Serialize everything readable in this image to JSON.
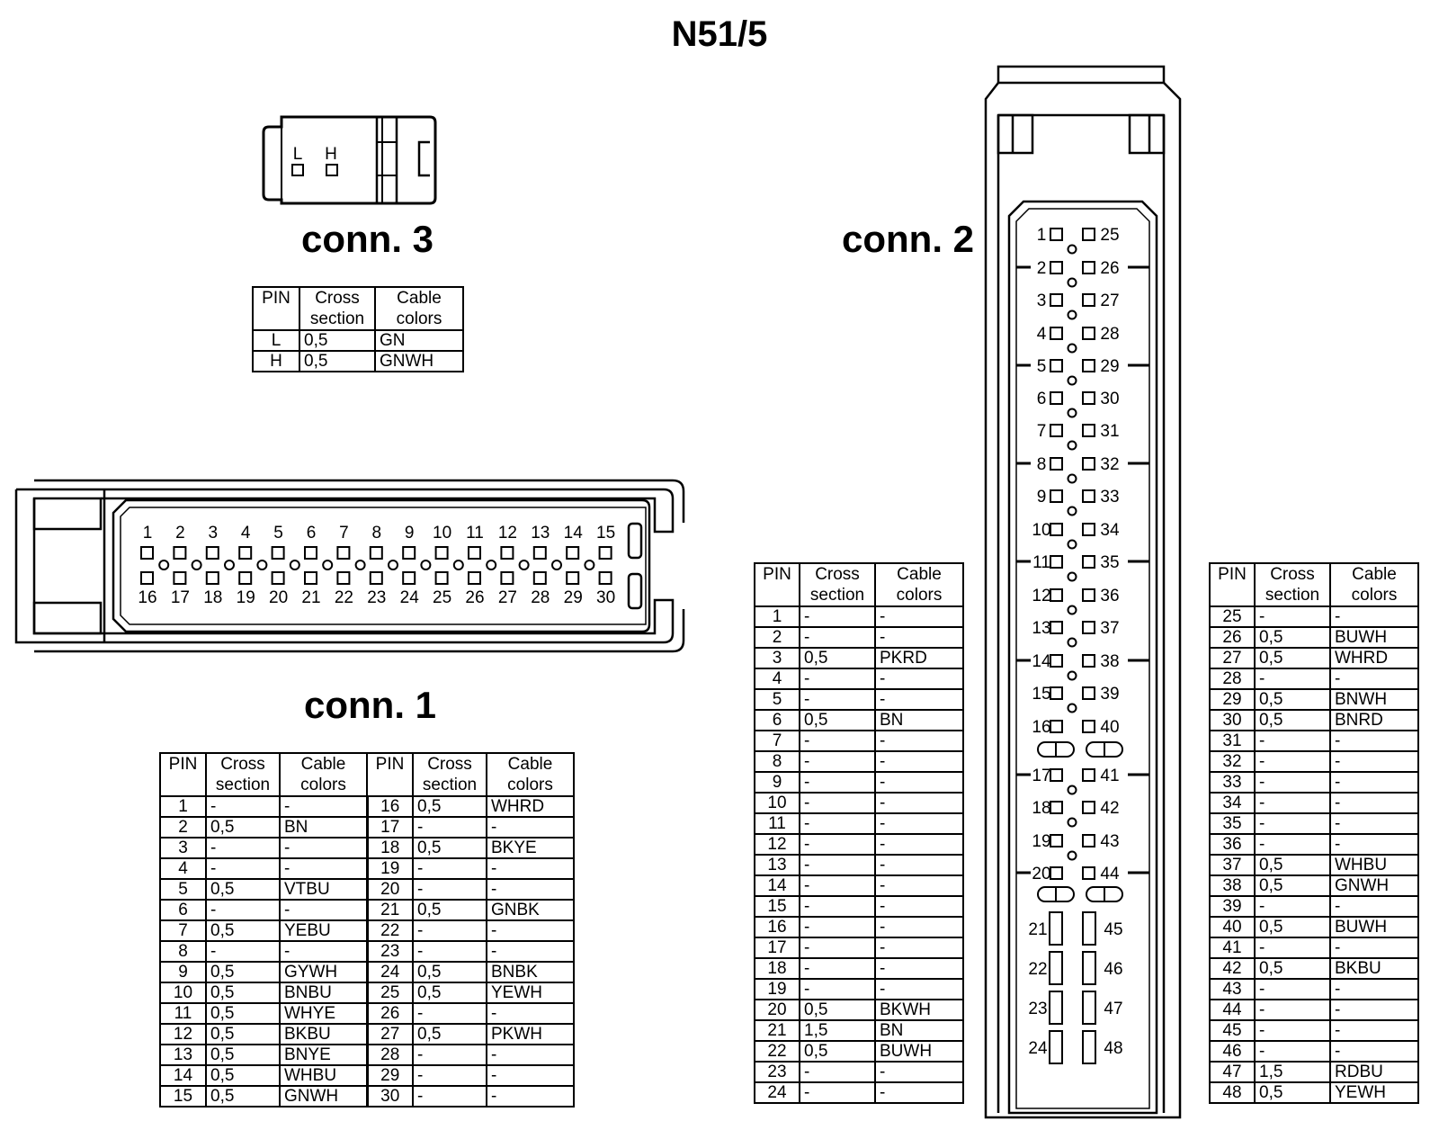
{
  "title": "N51/5",
  "conn3": {
    "label": "conn. 3",
    "pin_labels": [
      "L",
      "H"
    ],
    "headers": {
      "pin": "PIN",
      "cross_line1": "Cross",
      "cross_line2": "section",
      "color_line1": "Cable",
      "color_line2": "colors"
    },
    "rows": [
      {
        "pin": "L",
        "cross": "0,5",
        "color": "GN"
      },
      {
        "pin": "H",
        "cross": "0,5",
        "color": "GNWH"
      }
    ]
  },
  "conn1": {
    "label": "conn. 1",
    "top_pins": [
      "1",
      "2",
      "3",
      "4",
      "5",
      "6",
      "7",
      "8",
      "9",
      "10",
      "11",
      "12",
      "13",
      "14",
      "15"
    ],
    "bottom_pins": [
      "16",
      "17",
      "18",
      "19",
      "20",
      "21",
      "22",
      "23",
      "24",
      "25",
      "26",
      "27",
      "28",
      "29",
      "30"
    ],
    "headers": {
      "pin": "PIN",
      "cross_line1": "Cross",
      "cross_line2": "section",
      "color_line1": "Cable",
      "color_line2": "colors"
    },
    "rows": [
      {
        "pin": "1",
        "cross": "-",
        "color": "-"
      },
      {
        "pin": "2",
        "cross": "0,5",
        "color": "BN"
      },
      {
        "pin": "3",
        "cross": "-",
        "color": "-"
      },
      {
        "pin": "4",
        "cross": "-",
        "color": "-"
      },
      {
        "pin": "5",
        "cross": "0,5",
        "color": "VTBU"
      },
      {
        "pin": "6",
        "cross": "-",
        "color": "-"
      },
      {
        "pin": "7",
        "cross": "0,5",
        "color": "YEBU"
      },
      {
        "pin": "8",
        "cross": "-",
        "color": "-"
      },
      {
        "pin": "9",
        "cross": "0,5",
        "color": "GYWH"
      },
      {
        "pin": "10",
        "cross": "0,5",
        "color": "BNBU"
      },
      {
        "pin": "11",
        "cross": "0,5",
        "color": "WHYE"
      },
      {
        "pin": "12",
        "cross": "0,5",
        "color": "BKBU"
      },
      {
        "pin": "13",
        "cross": "0,5",
        "color": "BNYE"
      },
      {
        "pin": "14",
        "cross": "0,5",
        "color": "WHBU"
      },
      {
        "pin": "15",
        "cross": "0,5",
        "color": "GNWH"
      },
      {
        "pin": "16",
        "cross": "0,5",
        "color": "WHRD"
      },
      {
        "pin": "17",
        "cross": "-",
        "color": "-"
      },
      {
        "pin": "18",
        "cross": "0,5",
        "color": "BKYE"
      },
      {
        "pin": "19",
        "cross": "-",
        "color": "-"
      },
      {
        "pin": "20",
        "cross": "-",
        "color": "-"
      },
      {
        "pin": "21",
        "cross": "0,5",
        "color": "GNBK"
      },
      {
        "pin": "22",
        "cross": "-",
        "color": "-"
      },
      {
        "pin": "23",
        "cross": "-",
        "color": "-"
      },
      {
        "pin": "24",
        "cross": "0,5",
        "color": "BNBK"
      },
      {
        "pin": "25",
        "cross": "0,5",
        "color": "YEWH"
      },
      {
        "pin": "26",
        "cross": "-",
        "color": "-"
      },
      {
        "pin": "27",
        "cross": "0,5",
        "color": "PKWH"
      },
      {
        "pin": "28",
        "cross": "-",
        "color": "-"
      },
      {
        "pin": "29",
        "cross": "-",
        "color": "-"
      },
      {
        "pin": "30",
        "cross": "-",
        "color": "-"
      }
    ]
  },
  "conn2": {
    "label": "conn. 2",
    "left_pins": [
      "1",
      "2",
      "3",
      "4",
      "5",
      "6",
      "7",
      "8",
      "9",
      "10",
      "11",
      "12",
      "13",
      "14",
      "15",
      "16",
      "17",
      "18",
      "19",
      "20",
      "21",
      "22",
      "23",
      "24"
    ],
    "right_pins": [
      "25",
      "26",
      "27",
      "28",
      "29",
      "30",
      "31",
      "32",
      "33",
      "34",
      "35",
      "36",
      "37",
      "38",
      "39",
      "40",
      "41",
      "42",
      "43",
      "44",
      "45",
      "46",
      "47",
      "48"
    ],
    "headers": {
      "pin": "PIN",
      "cross_line1": "Cross",
      "cross_line2": "section",
      "color_line1": "Cable",
      "color_line2": "colors"
    },
    "rows": [
      {
        "pin": "1",
        "cross": "-",
        "color": "-"
      },
      {
        "pin": "2",
        "cross": "-",
        "color": "-"
      },
      {
        "pin": "3",
        "cross": "0,5",
        "color": "PKRD"
      },
      {
        "pin": "4",
        "cross": "-",
        "color": "-"
      },
      {
        "pin": "5",
        "cross": "-",
        "color": "-"
      },
      {
        "pin": "6",
        "cross": "0,5",
        "color": "BN"
      },
      {
        "pin": "7",
        "cross": "-",
        "color": "-"
      },
      {
        "pin": "8",
        "cross": "-",
        "color": "-"
      },
      {
        "pin": "9",
        "cross": "-",
        "color": "-"
      },
      {
        "pin": "10",
        "cross": "-",
        "color": "-"
      },
      {
        "pin": "11",
        "cross": "-",
        "color": "-"
      },
      {
        "pin": "12",
        "cross": "-",
        "color": "-"
      },
      {
        "pin": "13",
        "cross": "-",
        "color": "-"
      },
      {
        "pin": "14",
        "cross": "-",
        "color": "-"
      },
      {
        "pin": "15",
        "cross": "-",
        "color": "-"
      },
      {
        "pin": "16",
        "cross": "-",
        "color": "-"
      },
      {
        "pin": "17",
        "cross": "-",
        "color": "-"
      },
      {
        "pin": "18",
        "cross": "-",
        "color": "-"
      },
      {
        "pin": "19",
        "cross": "-",
        "color": "-"
      },
      {
        "pin": "20",
        "cross": "0,5",
        "color": "BKWH"
      },
      {
        "pin": "21",
        "cross": "1,5",
        "color": "BN"
      },
      {
        "pin": "22",
        "cross": "0,5",
        "color": "BUWH"
      },
      {
        "pin": "23",
        "cross": "-",
        "color": "-"
      },
      {
        "pin": "24",
        "cross": "-",
        "color": "-"
      },
      {
        "pin": "25",
        "cross": "-",
        "color": "-"
      },
      {
        "pin": "26",
        "cross": "0,5",
        "color": "BUWH"
      },
      {
        "pin": "27",
        "cross": "0,5",
        "color": "WHRD"
      },
      {
        "pin": "28",
        "cross": "-",
        "color": "-"
      },
      {
        "pin": "29",
        "cross": "0,5",
        "color": "BNWH"
      },
      {
        "pin": "30",
        "cross": "0,5",
        "color": "BNRD"
      },
      {
        "pin": "31",
        "cross": "-",
        "color": "-"
      },
      {
        "pin": "32",
        "cross": "-",
        "color": "-"
      },
      {
        "pin": "33",
        "cross": "-",
        "color": "-"
      },
      {
        "pin": "34",
        "cross": "-",
        "color": "-"
      },
      {
        "pin": "35",
        "cross": "-",
        "color": "-"
      },
      {
        "pin": "36",
        "cross": "-",
        "color": "-"
      },
      {
        "pin": "37",
        "cross": "0,5",
        "color": "WHBU"
      },
      {
        "pin": "38",
        "cross": "0,5",
        "color": "GNWH"
      },
      {
        "pin": "39",
        "cross": "-",
        "color": "-"
      },
      {
        "pin": "40",
        "cross": "0,5",
        "color": "BUWH"
      },
      {
        "pin": "41",
        "cross": "-",
        "color": "-"
      },
      {
        "pin": "42",
        "cross": "0,5",
        "color": "BKBU"
      },
      {
        "pin": "43",
        "cross": "-",
        "color": "-"
      },
      {
        "pin": "44",
        "cross": "-",
        "color": "-"
      },
      {
        "pin": "45",
        "cross": "-",
        "color": "-"
      },
      {
        "pin": "46",
        "cross": "-",
        "color": "-"
      },
      {
        "pin": "47",
        "cross": "1,5",
        "color": "RDBU"
      },
      {
        "pin": "48",
        "cross": "0,5",
        "color": "YEWH"
      }
    ]
  }
}
